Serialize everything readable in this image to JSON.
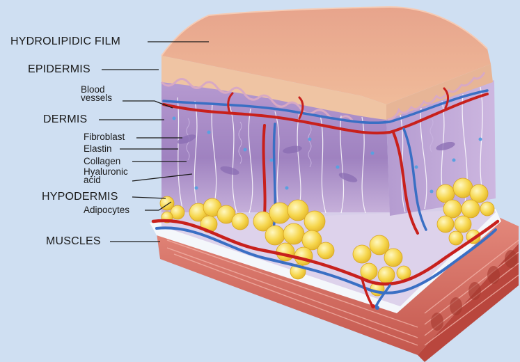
{
  "labels": {
    "hydrolipidic_film": "HYDROLIPIDIC FILM",
    "epidermis": "EPIDERMIS",
    "blood_vessels_line1": "Blood",
    "blood_vessels_line2": "vessels",
    "dermis": "DERMIS",
    "fibroblast": "Fibroblast",
    "elastin": "Elastin",
    "collagen": "Collagen",
    "hyaluronic_line1": "Hyaluronic",
    "hyaluronic_line2": "acid",
    "hypodermis": "HYPODERMIS",
    "adipocytes": "Adipocytes",
    "muscles": "MUSCLES"
  },
  "colors": {
    "background": "#cfdff2",
    "film": "#e6a98f",
    "epidermis": "#eec2a0",
    "dermis": "#a98bc6",
    "artery": "#c8201c",
    "vein": "#3a6fc4",
    "fat": "#f4d24a",
    "muscle": "#d9746a"
  }
}
